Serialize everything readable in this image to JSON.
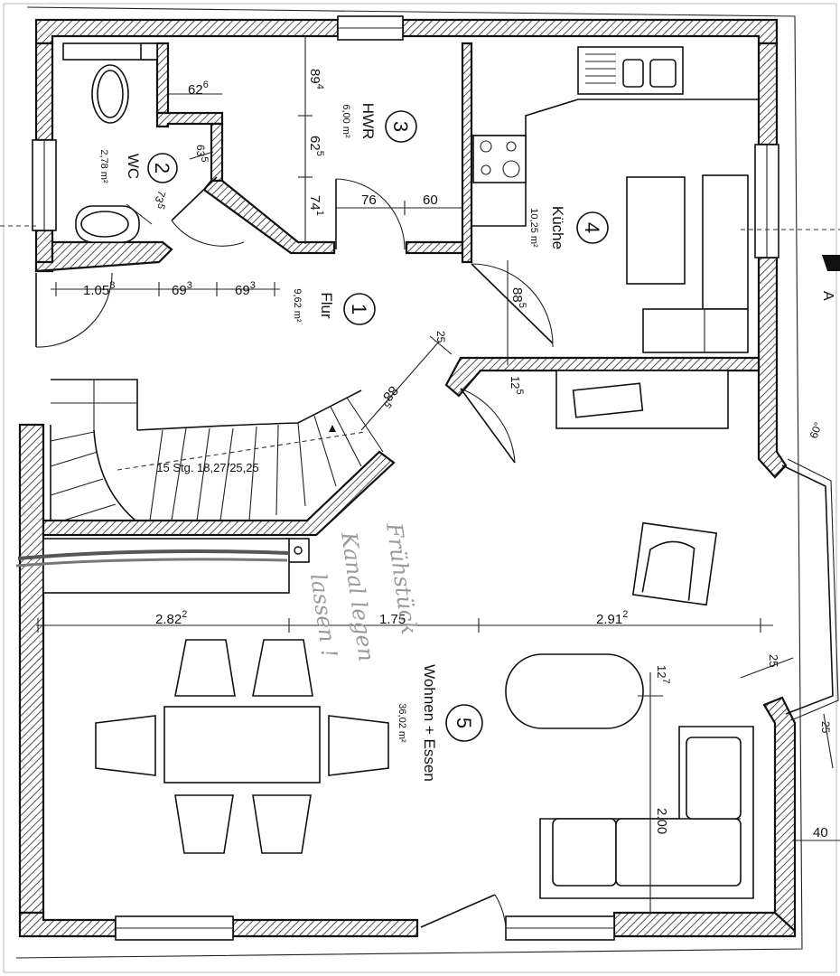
{
  "rooms": [
    {
      "number": "1",
      "name": "Flur",
      "area": "9,62 m²"
    },
    {
      "number": "2",
      "name": "WC",
      "area": "2,78 m²"
    },
    {
      "number": "3",
      "name": "HWR",
      "area": "6,00 m²"
    },
    {
      "number": "4",
      "name": "Küche",
      "area": "10,25 m²"
    },
    {
      "number": "5",
      "name": "Wohnen + Essen",
      "area": "36,02 m²"
    }
  ],
  "stair_label": "15 Stg. 18,27/25,25",
  "dimensions": {
    "wc_62": {
      "base": "62",
      "sup": "6"
    },
    "hwr_89": {
      "base": "89",
      "sup": "4"
    },
    "hwr_62": {
      "base": "62",
      "sup": "5"
    },
    "hwr_74": {
      "base": "74",
      "sup": "1"
    },
    "door_76": {
      "base": "76",
      "sup": ""
    },
    "door_60": {
      "base": "60",
      "sup": ""
    },
    "wc_63": {
      "base": "63",
      "sup": "5"
    },
    "wc_73": {
      "base": "73",
      "sup": "5"
    },
    "flur_105": {
      "base": "1.05",
      "sup": "8"
    },
    "flur_69a": {
      "base": "69",
      "sup": "3"
    },
    "flur_69b": {
      "base": "69",
      "sup": "3"
    },
    "kueche_88": {
      "base": "88",
      "sup": "5"
    },
    "diag_25": {
      "base": "25",
      "sup": ""
    },
    "wall_12": {
      "base": "12",
      "sup": "5"
    },
    "stair_88": {
      "base": "88",
      "sup": "5"
    },
    "wohn_282": {
      "base": "2.82",
      "sup": "2"
    },
    "wohn_175": {
      "base": "1.75",
      "sup": ""
    },
    "wohn_291": {
      "base": "2.91",
      "sup": "2"
    },
    "wohn_12": {
      "base": "12",
      "sup": "7"
    },
    "wohn_25": {
      "base": "25",
      "sup": ""
    },
    "wohn_25b": {
      "base": "25",
      "sup": ""
    },
    "wohn_200": {
      "base": "2.00",
      "sup": ""
    },
    "wohn_40": {
      "base": "40",
      "sup": ""
    },
    "angle_60": {
      "base": "60°",
      "sup": ""
    }
  },
  "handwriting": [
    "Frühstück",
    "Kanal legen",
    "lassen !"
  ],
  "section_marker": "A"
}
